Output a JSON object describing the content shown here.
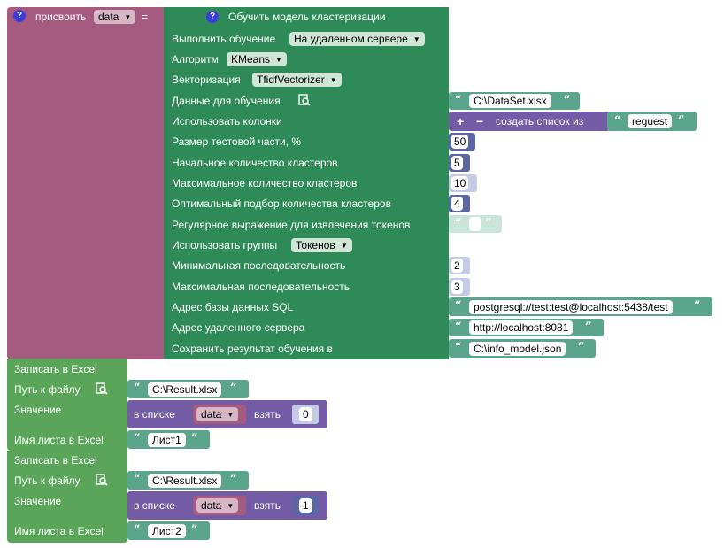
{
  "colors": {
    "variable_block": "#a55b80",
    "ml_block": "#2e8b57",
    "excel_block": "#5ba55b",
    "text_block": "#5ba58c",
    "list_block": "#745ba5",
    "number_block": "#5b67a5"
  },
  "assign": {
    "label": "присвоить",
    "variable": "data",
    "equals": "="
  },
  "train": {
    "title": "Обучить модель кластеризации",
    "rows": {
      "execute_label": "Выполнить обучение",
      "execute_value": "На удаленном сервере",
      "algorithm_label": "Алгоритм",
      "algorithm_value": "KMeans",
      "vectorization_label": "Векторизация",
      "vectorization_value": "TfidfVectorizer",
      "data_label": "Данные для обучения",
      "data_value": "C:\\DataSet.xlsx",
      "columns_label": "Использовать колонки",
      "columns_create": "создать список из",
      "columns_value": "reguest",
      "test_size_label": "Размер тестовой части, %",
      "test_size_value": "50",
      "init_clusters_label": "Начальное количество кластеров",
      "init_clusters_value": "5",
      "max_clusters_label": "Максимальное количество кластеров",
      "max_clusters_value": "10",
      "opt_clusters_label": "Оптимальный подбор количества кластеров",
      "opt_clusters_value": "4",
      "regex_label": "Регулярное выражение для извлечения токенов",
      "regex_value": "",
      "groups_label": "Использовать группы",
      "groups_value": "Токенов",
      "min_seq_label": "Минимальная последовательность",
      "min_seq_value": "2",
      "max_seq_label": "Максимальная последовательность",
      "max_seq_value": "3",
      "db_label": "Адрес базы данных SQL",
      "db_value": "postgresql://test:test@localhost:5438/test",
      "server_label": "Адрес удаленного сервера",
      "server_value": "http://localhost:8081",
      "save_label": "Сохранить результат обучения в",
      "save_value": "C:\\info_model.json"
    }
  },
  "excel_blocks": [
    {
      "title": "Записать в Excel",
      "path_label": "Путь к файлу",
      "path_value": "C:\\Result.xlsx",
      "value_label": "Значение",
      "in_list": "в списке",
      "list_var": "data",
      "take": "взять",
      "index": "0",
      "sheet_label": "Имя листа в Excel",
      "sheet_value": "Лист1"
    },
    {
      "title": "Записать в Excel",
      "path_label": "Путь к файлу",
      "path_value": "C:\\Result.xlsx",
      "value_label": "Значение",
      "in_list": "в списке",
      "list_var": "data",
      "take": "взять",
      "index": "1",
      "sheet_label": "Имя листа в Excel",
      "sheet_value": "Лист2"
    }
  ],
  "icons": {
    "help": "help-icon",
    "file_browse": "file-search-icon",
    "dropdown": "dropdown-arrow-icon",
    "quote_open": "quote-open-icon",
    "quote_close": "quote-close-icon",
    "plus": "plus-icon",
    "minus": "minus-icon"
  }
}
